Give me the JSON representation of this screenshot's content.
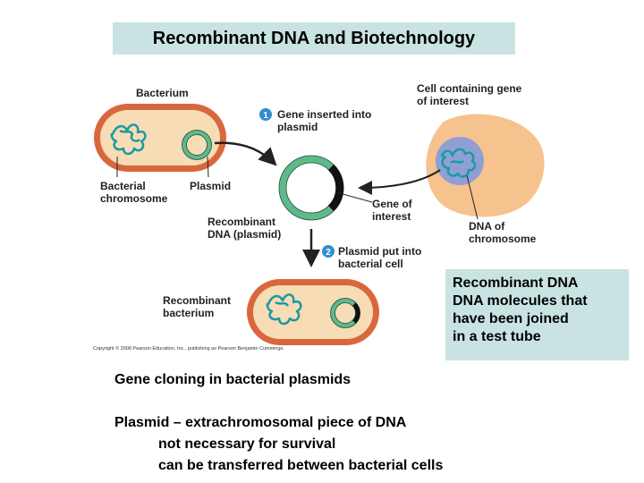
{
  "title": "Recombinant DNA and Biotechnology",
  "diagram": {
    "labels": {
      "bacterium": "Bacterium",
      "bacterial_chromosome_1": "Bacterial",
      "bacterial_chromosome_2": "chromosome",
      "plasmid": "Plasmid",
      "step1_num": "1",
      "step1_line1": "Gene inserted into",
      "step1_line2": "plasmid",
      "cell_gene_line1": "Cell containing gene",
      "cell_gene_line2": "of interest",
      "gene_interest_line1": "Gene of",
      "gene_interest_line2": "interest",
      "dna_chrom_line1": "DNA of",
      "dna_chrom_line2": "chromosome",
      "recomb_dna_line1": "Recombinant",
      "recomb_dna_line2": "DNA (plasmid)",
      "step2_num": "2",
      "step2_line1": "Plasmid put into",
      "step2_line2": "bacterial cell",
      "recomb_bact_line1": "Recombinant",
      "recomb_bact_line2": "bacterium"
    },
    "copyright": "Copyright © 2008 Pearson Education, Inc., publishing as Pearson Benjamin Cummings.",
    "colors": {
      "cell_outer": "#d9673e",
      "cell_inner": "#f7dcb6",
      "dna_teal": "#1b9aa0",
      "plasmid_green": "#5fb98a",
      "gene_black": "#111111",
      "eukaryotic_cell": "#f6c28e",
      "nucleus": "#8f9fd6",
      "step_badge": "#2f8fcf"
    }
  },
  "note": {
    "line1": "Recombinant DNA",
    "line2": "DNA molecules that",
    "line3": "have been joined",
    "line4": "in a test tube"
  },
  "body": {
    "line1": "Gene cloning in bacterial plasmids",
    "line2": "Plasmid – extrachromosomal piece of DNA",
    "line3": "not necessary for survival",
    "line4": "can be transferred between bacterial cells"
  }
}
